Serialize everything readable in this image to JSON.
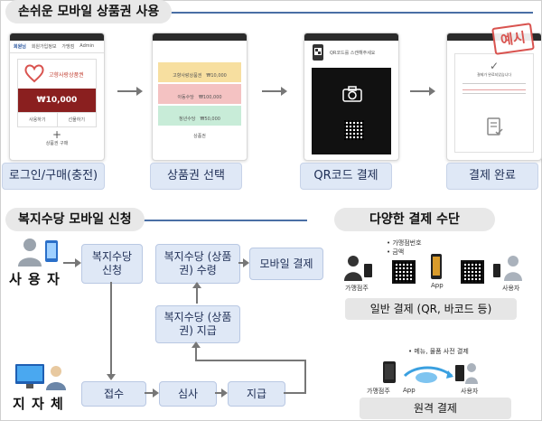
{
  "header": {
    "title": "손쉬운 모바일 상품권 사용"
  },
  "steps": [
    {
      "label": "로그인/구매(충전)"
    },
    {
      "label": "상품권 선택"
    },
    {
      "label": "QR코드 결제"
    },
    {
      "label": "결제 완료"
    }
  ],
  "phone1": {
    "tabs": [
      "회원님",
      "회원가입정보",
      "가맹점",
      "Admin"
    ],
    "card_title": "고향사랑상품권",
    "amount": "₩10,000",
    "btn_use": "사용하기",
    "btn_gift": "선물하기",
    "add_label": "상품권 구매"
  },
  "phone2": {
    "vouchers": [
      {
        "name": "고향사랑상품권",
        "amount": "₩10,000"
      },
      {
        "name": "아동수당",
        "amount": "₩100,000"
      },
      {
        "name": "청년수당",
        "amount": "₩50,000"
      }
    ],
    "footer": "상품권"
  },
  "phone3": {
    "prompt": "QR코드를 스캔해주세요"
  },
  "phone4": {
    "stamp": "예시",
    "done_text": "결제가 완료되었습니다"
  },
  "welfare": {
    "title": "복지수당 모바일 신청",
    "user_label": "사 용 자",
    "agency_label": "지 자 체",
    "apply": "복지수당 신청",
    "receive": "복지수당 (상품권) 수령",
    "mobile_pay": "모바일 결제",
    "issue": "복지수당 (상품권) 지급",
    "receipt": "접수",
    "review": "심사",
    "payment": "지급"
  },
  "methods": {
    "title": "다양한 결제 수단",
    "general": {
      "bullets": [
        "가맹점번호",
        "금액"
      ],
      "store": "가맹점주",
      "app": "App",
      "user": "사용자",
      "label": "일반 결제 (QR, 바코드 등)"
    },
    "remote": {
      "note": "메뉴, 물품 사전 결제",
      "store": "가맹점주",
      "app": "App",
      "user": "사용자",
      "label": "원격 결제"
    }
  }
}
